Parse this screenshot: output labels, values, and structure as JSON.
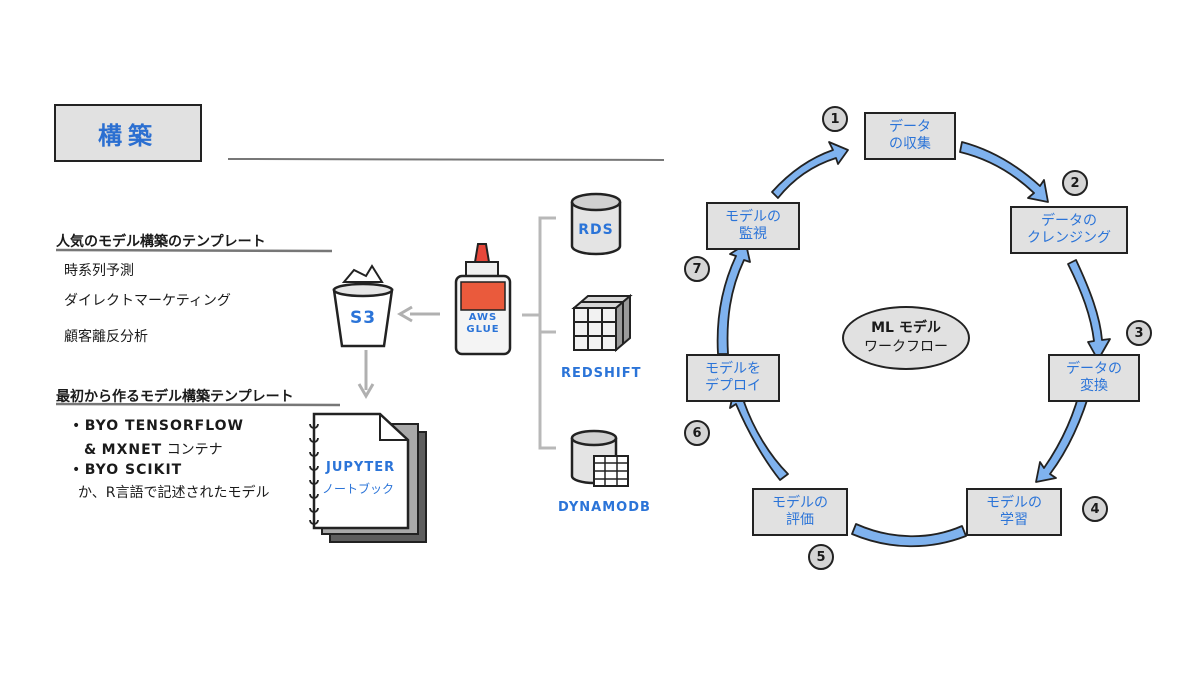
{
  "header": {
    "title": "構築"
  },
  "builtin": {
    "heading": "人気のモデル構築のテンプレート",
    "items": [
      "時系列予測",
      "ダイレクトマーケティング",
      "顧客離反分析"
    ]
  },
  "custom": {
    "heading": "最初から作るモデル構築テンプレート",
    "line1": "BYO TENSORFLOW",
    "line2_prefix": "&",
    "line2_caps": "MXNET",
    "line2_rest": "コンテナ",
    "line3": "BYO SCIKIT",
    "line4": "か、R言語で記述されたモデル"
  },
  "icons": {
    "s3": "S3",
    "glue_line1": "AWS",
    "glue_line2": "GLUE",
    "rds": "RDS",
    "redshift": "REDSHIFT",
    "dynamodb": "DYNAMODB",
    "jupyter": "JUPYTER",
    "notebook": "ノートブック"
  },
  "workflow": {
    "center_line1": "ML モデル",
    "center_line2": "ワークフロー",
    "steps": [
      {
        "num": "1",
        "line1": "データ",
        "line2": "の収集"
      },
      {
        "num": "2",
        "line1": "データの",
        "line2": "クレンジング"
      },
      {
        "num": "3",
        "line1": "データの",
        "line2": "変換"
      },
      {
        "num": "4",
        "line1": "モデルの",
        "line2": "学習"
      },
      {
        "num": "5",
        "line1": "モデルの",
        "line2": "評価"
      },
      {
        "num": "6",
        "line1": "モデルを",
        "line2": "デプロイ"
      },
      {
        "num": "7",
        "line1": "モデルの",
        "line2": "監視"
      }
    ]
  },
  "colors": {
    "accent": "#2b74d8",
    "arrow_fill": "#7fb2ee",
    "box_fill": "#e1e1e1"
  }
}
